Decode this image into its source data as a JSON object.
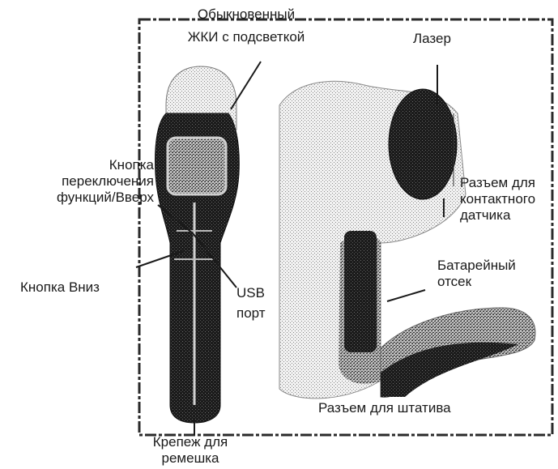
{
  "labels": {
    "lcd": {
      "line1": "Обыкновенный",
      "line2": "ЖКИ с подсветкой"
    },
    "laser": "Лазер",
    "function_button": {
      "line1": "Кнопка",
      "line2": "переключения",
      "line3": "функций/Вверх"
    },
    "contact_sensor_jack": {
      "line1": "Разъем для",
      "line2": "контактного",
      "line3": "датчика"
    },
    "battery": {
      "line1": "Батарейный",
      "line2": "отсек"
    },
    "down_button": "Кнопка Вниз",
    "usb": {
      "line1": "USB",
      "line2": "порт"
    },
    "tripod": "Разъем для штатива",
    "strap": {
      "line1": "Крепеж для",
      "line2": "ремешка"
    }
  },
  "colors": {
    "ink": "#1a1a1a",
    "body_dark": "#151515",
    "body_mid": "#5a5a5a",
    "body_light": "#c8c8c8",
    "frame": "#2a2a2a"
  }
}
